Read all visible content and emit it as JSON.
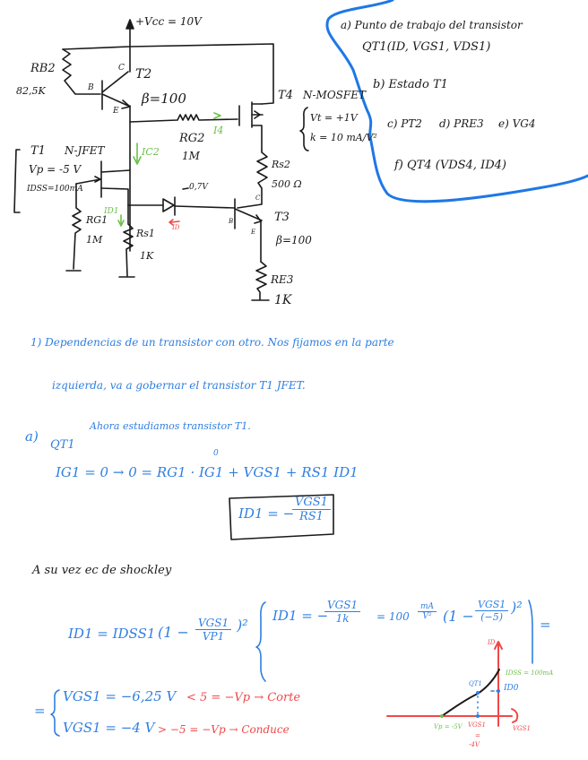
{
  "circuit": {
    "vcc_label": "+Vcc = 10V",
    "rb2": {
      "name": "RB2",
      "value": "82,5K"
    },
    "t2": {
      "name": "T2",
      "beta": "β=100",
      "pins": {
        "b": "B",
        "c": "C",
        "e": "E"
      }
    },
    "t4": {
      "name": "T4",
      "type": "N-MOSFET",
      "vt": "Vt = +1V",
      "k": "k = 10 mA/V²"
    },
    "rg2": {
      "name": "RG2",
      "value": "1M"
    },
    "i4_label": "I4",
    "ic2_label": "IC2",
    "t1": {
      "name": "T1",
      "type": "N-JFET",
      "vp": "Vp = -5 V",
      "idss": "IDSS=100mA"
    },
    "id1_label": "ID1",
    "rg1": {
      "name": "RG1",
      "value": "1M"
    },
    "rs1": {
      "name": "Rs1",
      "value": "1K"
    },
    "diode_drop": "0,7V",
    "diode_current": "ID",
    "rs2": {
      "name": "Rs2",
      "value": "500 Ω"
    },
    "t3": {
      "name": "T3",
      "beta": "β=100",
      "pins": {
        "b": "B",
        "c": "C",
        "e": "E"
      }
    },
    "re3": {
      "name": "RE3",
      "value": "1K"
    }
  },
  "questions": {
    "a": "a) Punto de trabajo del transistor",
    "a2": "QT1(ID, VGS1, VDS1)",
    "b": "b) Estado T1",
    "c": "c) PT2",
    "d": "d) PRE3",
    "e": "e) VG4",
    "f": "f) QT4 (VDS4, ID4)"
  },
  "solution": {
    "intro_line1": "1) Dependencias de un transistor con otro. Nos fijamos en la parte",
    "intro_line2": "izquierda, va a gobernar el transistor T1 JFET.",
    "a_label": "a)",
    "a_q": "QT1",
    "a_note": "Ahora estudiamos transistor T1.",
    "kvl": "IG1 = 0  →  0 = RG1 · IG1 + VGS1 + RS1 ID1",
    "kvl_zero": "0",
    "boxed_lhs": "ID1 = −",
    "boxed_num": "VGS1",
    "boxed_den": "RS1",
    "shockley_note": "A su vez ec de shockley",
    "shockley_lhs": "ID1 = IDSS1",
    "shockley_paren_open": "(1 −",
    "shockley_num": "VGS1",
    "shockley_den": "VP1",
    "shockley_paren_close": ")²",
    "sys_lhs": "ID1 = −",
    "sys_num": "VGS1",
    "sys_den": "1k",
    "sys_eq": "= 100",
    "sys_unit_num": "mA",
    "sys_unit_den": "V²",
    "sys_paren_open": "(1 −",
    "sys_num2": "VGS1",
    "sys_den2": "(−5)",
    "sys_paren_close": ")²",
    "sys_result": "=",
    "sol1_eq": "=",
    "sol1": "VGS1 = −6,25 V",
    "sol1_cmp": "< 5 = −Vp → Corte",
    "sol2": "VGS1 = −4 V",
    "sol2_cmp": "> −5 = −Vp → Conduce"
  },
  "graph": {
    "y_axis": "ID",
    "x_axis": "VGS1",
    "idss": "IDSS = 100mA",
    "id0": "ID0",
    "q_point": "QT1",
    "vp": "Vp = -5V",
    "vgs1": "VGS1",
    "vgs1_eq": "=",
    "vgs1_val": "-4V"
  },
  "colors": {
    "ink_black": "#1a1a1a",
    "ink_blue": "#2f7fe0",
    "ink_red": "#f04848",
    "ink_green": "#6cc04a",
    "border_blue": "#1e78e6"
  }
}
